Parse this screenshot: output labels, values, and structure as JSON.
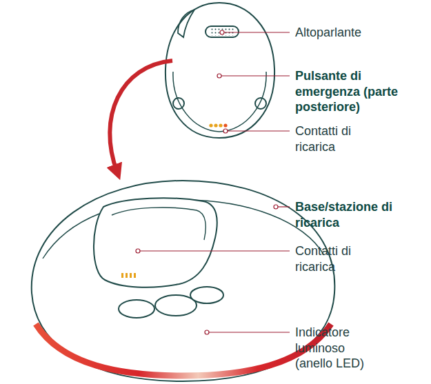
{
  "diagram": {
    "labels": [
      "Altoparlante",
      "Pulsante di emergenza (parte posteriore)",
      "Contatti di ricarica",
      "Base/stazione di ricarica",
      "Contatti di ricarica",
      "Indicatore luminoso (anello LED)"
    ]
  }
}
